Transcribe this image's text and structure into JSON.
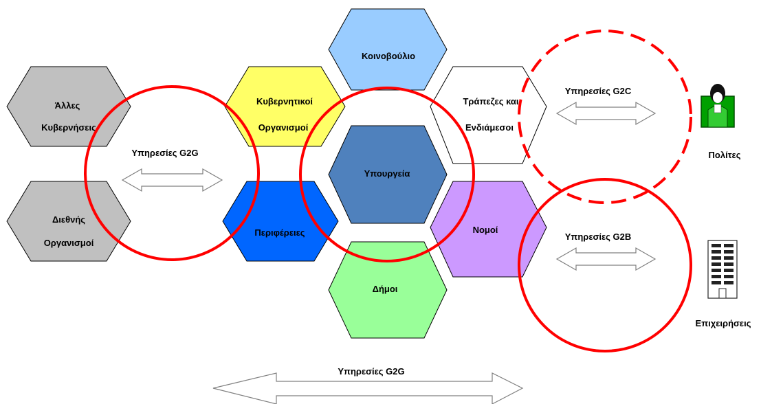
{
  "hexagons": {
    "alles": {
      "line1": "Άλλες",
      "line2": "Κυβερνήσεις",
      "fill": "#c0c0c0"
    },
    "diethnis": {
      "line1": "Διεθνής",
      "line2": "Οργανισμοί",
      "fill": "#c0c0c0"
    },
    "kyvern": {
      "line1": "Κυβερνητικοί",
      "line2": "Οργανισμοί",
      "fill": "#ffff66"
    },
    "perifereies": {
      "label": "Περιφέρειες",
      "fill": "#0066ff"
    },
    "koinovoulio": {
      "label": "Κοινοβούλιο",
      "fill": "#99ccff"
    },
    "ypourgeia": {
      "label": "Υπουργεία",
      "fill": "#4f81bd"
    },
    "dimoi": {
      "label": "Δήμοι",
      "fill": "#99ff99"
    },
    "trapezes": {
      "line1": "Τράπεζες και",
      "line2": "Ενδιάμεσοι",
      "fill": "#ffffff"
    },
    "nomoi": {
      "label": "Νομοί",
      "fill": "#cc99ff"
    }
  },
  "services": {
    "g2g_left": "Υπηρεσίες G2G",
    "g2c": "Υπηρεσίες G2C",
    "g2b": "Υπηρεσίες G2B",
    "g2g_bottom": "Υπηρεσίες G2G"
  },
  "actors": {
    "citizens": {
      "label": "Πολίτες",
      "icon": "person-icon"
    },
    "business": {
      "label": "Επιχειρήσεις",
      "icon": "building-icon"
    }
  },
  "colors": {
    "highlight_circle": "#ff0000",
    "hex_stroke": "#000000"
  }
}
